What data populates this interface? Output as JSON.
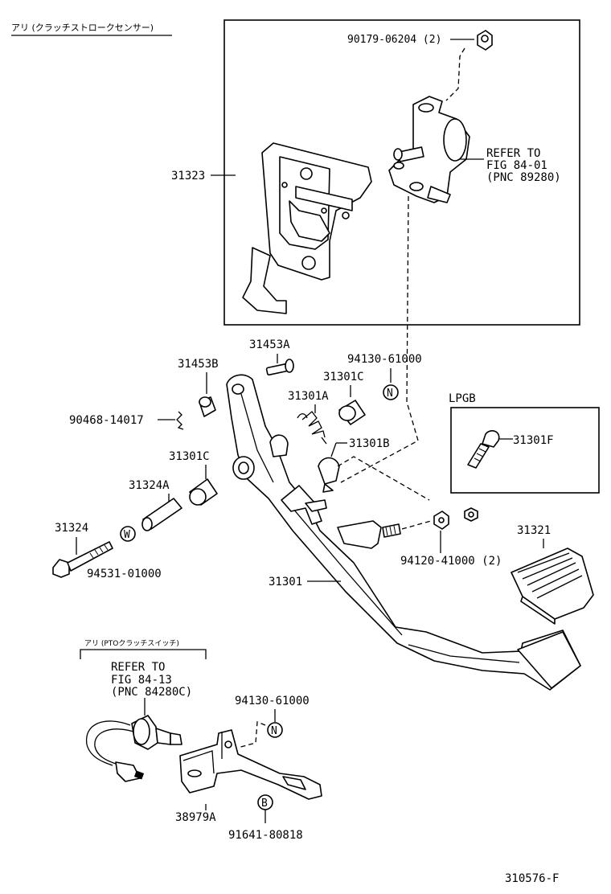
{
  "headers": {
    "top_variant": "アリ (クラッチストロークセンサー)",
    "pto_variant": "アリ (PTOクラッチスイッチ)",
    "lpgb_box": "LPGB"
  },
  "labels": {
    "p90179": "90179-06204 (2)",
    "p31323": "31323",
    "ref1_line1": "REFER TO",
    "ref1_line2": "FIG 84-01",
    "ref1_line3": "(PNC 89280)",
    "p31453A": "31453A",
    "p31453B": "31453B",
    "p94130a": "94130-61000",
    "p31301C_top": "31301C",
    "p31301A": "31301A",
    "p90468": "90468-14017",
    "p31301B": "31301B",
    "p31301F": "31301F",
    "p31301C_mid": "31301C",
    "p31324A": "31324A",
    "p31324": "31324",
    "p94531": "94531-01000",
    "p94120": "94120-41000 (2)",
    "p31321": "31321",
    "p31301": "31301",
    "ref2_line1": "REFER TO",
    "ref2_line2": "FIG 84-13",
    "ref2_line3": "(PNC 84280C)",
    "p94130b": "94130-61000",
    "p38979A": "38979A",
    "p91641": "91641-80818",
    "diagram_id": "310576-F"
  },
  "markers": {
    "n1": "N",
    "n2": "N",
    "w": "W",
    "b": "B"
  }
}
